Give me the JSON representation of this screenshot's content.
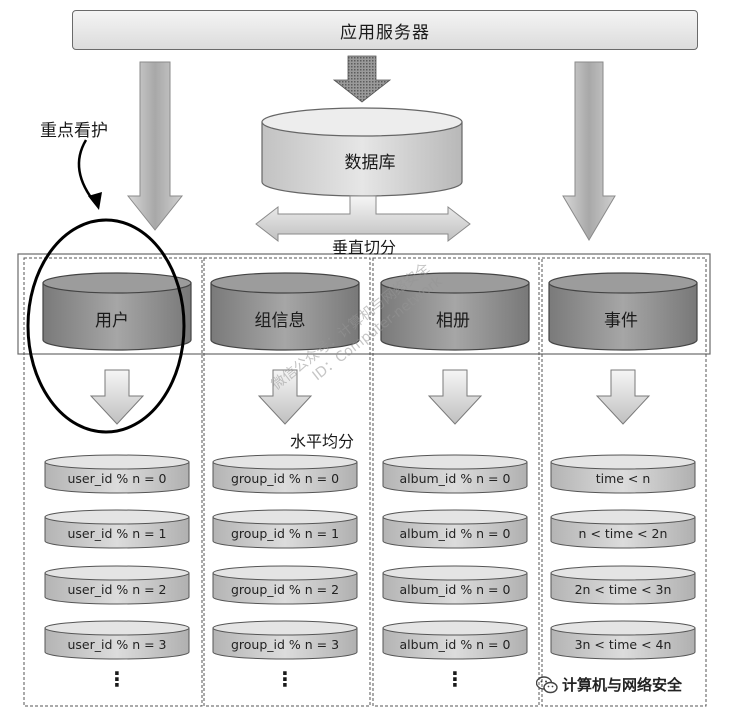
{
  "app_server": {
    "label": "应用服务器"
  },
  "database": {
    "label": "数据库"
  },
  "vertical_split": {
    "label": "垂直切分"
  },
  "horizontal_split": {
    "label": "水平均分"
  },
  "annotation": {
    "label": "重点看护"
  },
  "tables": [
    {
      "name": "用户",
      "shards": [
        "user_id % n = 0",
        "user_id % n = 1",
        "user_id % n = 2",
        "user_id % n = 3"
      ]
    },
    {
      "name": "组信息",
      "shards": [
        "group_id % n = 0",
        "group_id % n = 1",
        "group_id % n = 2",
        "group_id % n = 3"
      ]
    },
    {
      "name": "相册",
      "shards": [
        "album_id % n = 0",
        "album_id % n = 0",
        "album_id % n = 0",
        "album_id % n = 0"
      ]
    },
    {
      "name": "事件",
      "shards": [
        "time < n",
        "n < time < 2n",
        "2n < time < 3n",
        "3n < time < 4n"
      ]
    }
  ],
  "more_marker": "⋮",
  "watermark": {
    "line1": "微信公众号：计算机与网络安全",
    "line2": "ID：Computer-network"
  },
  "footer": {
    "brand": "计算机与网络安全",
    "icon": "wechat-icon"
  },
  "colors": {
    "cylinder_dark": "#8c8c8c",
    "cylinder_light": "#d6d6d6",
    "arrow": "#b8b8b8",
    "annotation": "#000000"
  }
}
